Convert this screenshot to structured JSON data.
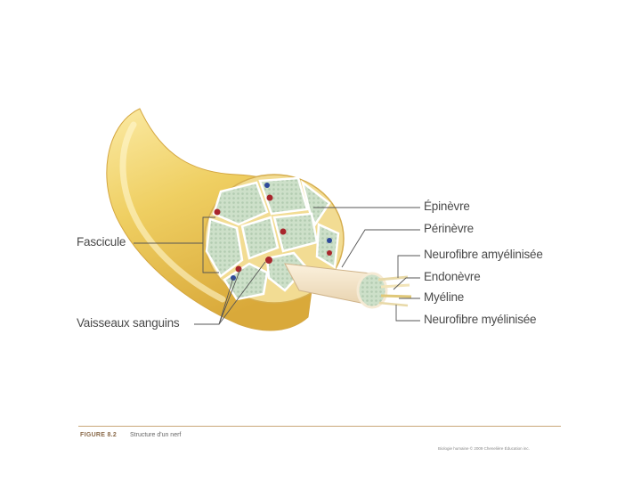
{
  "labels": {
    "epinevre": "Épinèvre",
    "perinevre": "Périnèvre",
    "neuro_amyel": "Neurofibre amyélinisée",
    "endonevre": "Endonèvre",
    "myeline": "Myéline",
    "neuro_myel": "Neurofibre myélinisée",
    "fascicule": "Fascicule",
    "vaisseaux": "Vaisseaux sanguins"
  },
  "footer": {
    "figure_number": "FIGURE 8.2",
    "caption": "Structure d'un nerf",
    "copyright": "Biologie humaine © 2009 Chenelière Éducation inc."
  },
  "colors": {
    "nerve_sheath": "#efd067",
    "fascicle_fill": "#cfe0c8",
    "artery": "#a8262c",
    "vein": "#2e4a9a",
    "leader_line": "#555555"
  }
}
